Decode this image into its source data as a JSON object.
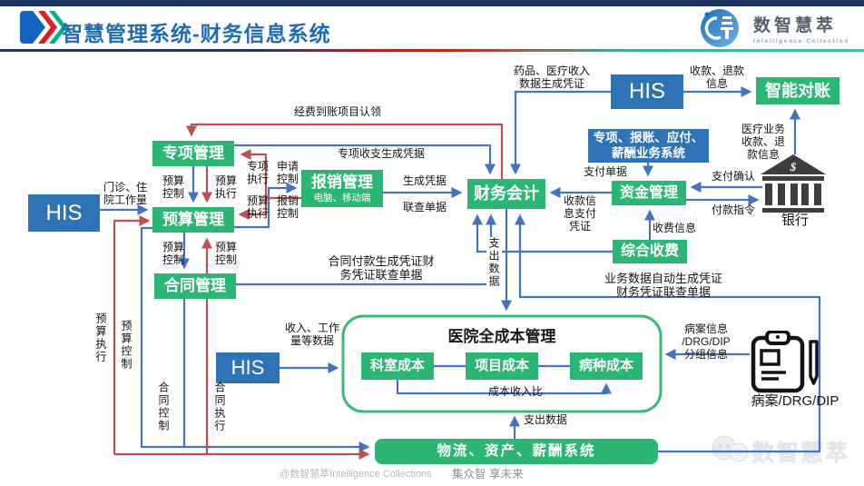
{
  "header": {
    "title": "智慧管理系统-财务信息系统",
    "brand_name": "数智慧萃",
    "brand_sub": "Intelligence Collection"
  },
  "boxes": {
    "his_top": "HIS",
    "his_left": "HIS",
    "his_bottom": "HIS",
    "smart_recon": "智能对账",
    "biz_systems": "专项、报账、应付、\n薪酬业务系统",
    "special_mgmt": "专项管理",
    "reimburse_mgmt": "报销管理",
    "reimburse_sub": "电脑、移动端",
    "finance_accounting": "财务会计",
    "fund_mgmt": "资金管理",
    "budget_mgmt": "预算管理",
    "fee_collection": "综合收费",
    "contract_mgmt": "合同管理",
    "cost_container_title": "医院全成本管理",
    "dept_cost": "科室成本",
    "project_cost": "项目成本",
    "disease_cost": "病种成本",
    "logistics": "物流、资产、薪酬系统",
    "bank": "银行",
    "medical_record": "病案/DRG/DIP"
  },
  "labels": {
    "l1": "药品、医疗收入\n数据生成凭证",
    "l2": "收款、退款\n信息",
    "l3": "医疗业务\n收款、退\n款信息",
    "l4": "经费到账项目认领",
    "l5": "专项收支生成凭据",
    "l6": "生成凭据",
    "l7": "联查单据",
    "l8": "支付单据",
    "l9": "支付确认",
    "l10": "付款指令",
    "l11": "收款信\n息支付\n凭证",
    "l12": "收费信息",
    "l13": "业务数据自动生成凭证\n财务凭证联查单据",
    "l14": "合同付款生成凭证财\n务凭证联查单据",
    "l15": "专项\n执行",
    "l16": "申请\n控制",
    "l17": "预算\n执行",
    "l18": "报销\n控制",
    "l19": "预算\n控制",
    "l20": "预算\n执行",
    "l21": "门诊、住\n院工作量",
    "l22": "预算\n控制",
    "l23": "预算\n控制",
    "l24": "预算执行",
    "l25": "预算控制",
    "l26": "合同控制",
    "l27": "合同执行",
    "l28": "收入、工作\n量等数据",
    "l29": "成本收入比",
    "l30": "支出数据",
    "l31": "支出数据",
    "l32": "病案信息\n/DRG/DIP\n分组信息"
  },
  "watermarks": {
    "w1": "@数智慧萃Intelligence Collections",
    "w2": "集众智 享未来",
    "w3": "数智慧萃"
  },
  "colors": {
    "box_green": "#2cb674",
    "box_blue": "#2e74b5",
    "line_blue": "#4472c4",
    "line_red": "#c0504d",
    "title_blue": "#1e6cb5"
  }
}
